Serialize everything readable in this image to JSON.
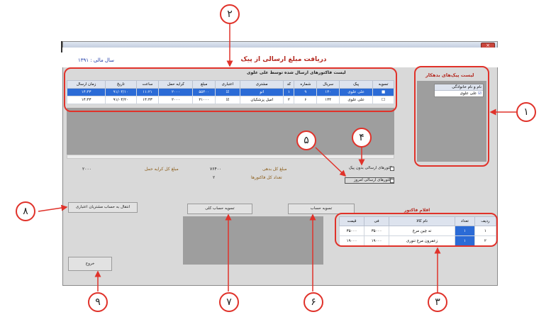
{
  "app": {
    "title": "دریافت مبلغ ارسالی از پیک",
    "fiscal_year": "سال مالی : ۱۳۹۱",
    "close_glyph": "×"
  },
  "invoices": {
    "title": "لیست فاکتورهای ارسال شده توسط علی علوی",
    "columns": [
      "تسویه",
      "پیک",
      "سریال",
      "شماره",
      "کد",
      "مشتری",
      "اعتباری",
      "مبلغ",
      "کرایه حمل",
      "ساعت",
      "تاریخ",
      "زمان ارسال"
    ],
    "rows": [
      {
        "settled": true,
        "courier": "علی علوی",
        "serial": "۱۴۰",
        "number": "۹",
        "code": "۱",
        "customer": "اتو",
        "credit": true,
        "amount": "۵۵۴۰۰",
        "freight": "۲۰۰۰",
        "time": "۱۱:۲۱",
        "date": "۹۱/۰۴/۱۰",
        "send_time": "۱۴:۴۳"
      },
      {
        "settled": false,
        "courier": "علی علوی",
        "serial": "۱۴۴",
        "number": "۶",
        "code": "۲",
        "customer": "امیل پزشکیان",
        "credit": true,
        "amount": "۲۱۰۰۰",
        "freight": "۲۰۰۰",
        "time": "۱۴:۴۳",
        "date": "۹۱/۰۴/۲۰",
        "send_time": "۱۴:۴۳"
      }
    ]
  },
  "summary": {
    "total_debt_label": "مبلغ کل بدهی",
    "total_debt_value": "۷۶۴۰۰",
    "total_freight_label": "مبلغ کل کرایه حمل",
    "total_freight_value": "۲۰۰۰",
    "total_invoices_label": "تعداد کل فاکتورها",
    "total_invoices_value": "۲"
  },
  "filters": {
    "no_courier_label": "فاکتورهای ارسالی بدون پیک",
    "today_label": "فاکتورهای ارسالی امروز"
  },
  "buttons": {
    "transfer": "انتقال به حساب مشتریان اعتباری",
    "settle_all": "تسویه حساب کلی",
    "settle": "تسویه حساب",
    "exit": "خروج"
  },
  "couriers": {
    "title": "لیست پیک‌های بدهکار",
    "header": "نام و نام خانوادگی",
    "items": [
      {
        "name": "علی علوی",
        "checked": true
      }
    ]
  },
  "items": {
    "title": "اقلام فاکتور",
    "columns": [
      "ردیف",
      "تعداد",
      "نام کالا",
      "فی",
      "قیمت"
    ],
    "rows": [
      {
        "row": "۱",
        "qty": "۱",
        "name": "ته چین مرغ",
        "unit": "۳۵۰۰۰",
        "price": "۳۵۰۰۰"
      },
      {
        "row": "۲",
        "qty": "۱",
        "name": "زعفرون مرغ تنوری",
        "unit": "۱۹۰۰۰",
        "price": "۱۹۰۰۰"
      }
    ]
  },
  "callouts": [
    "۱",
    "۲",
    "۳",
    "۴",
    "۵",
    "۶",
    "۷",
    "۸",
    "۹"
  ],
  "colors": {
    "annotation": "#e0322a",
    "title_red": "#b5281f",
    "selection_blue": "#2b6bd6",
    "panel_gray": "#9e9e9e"
  }
}
